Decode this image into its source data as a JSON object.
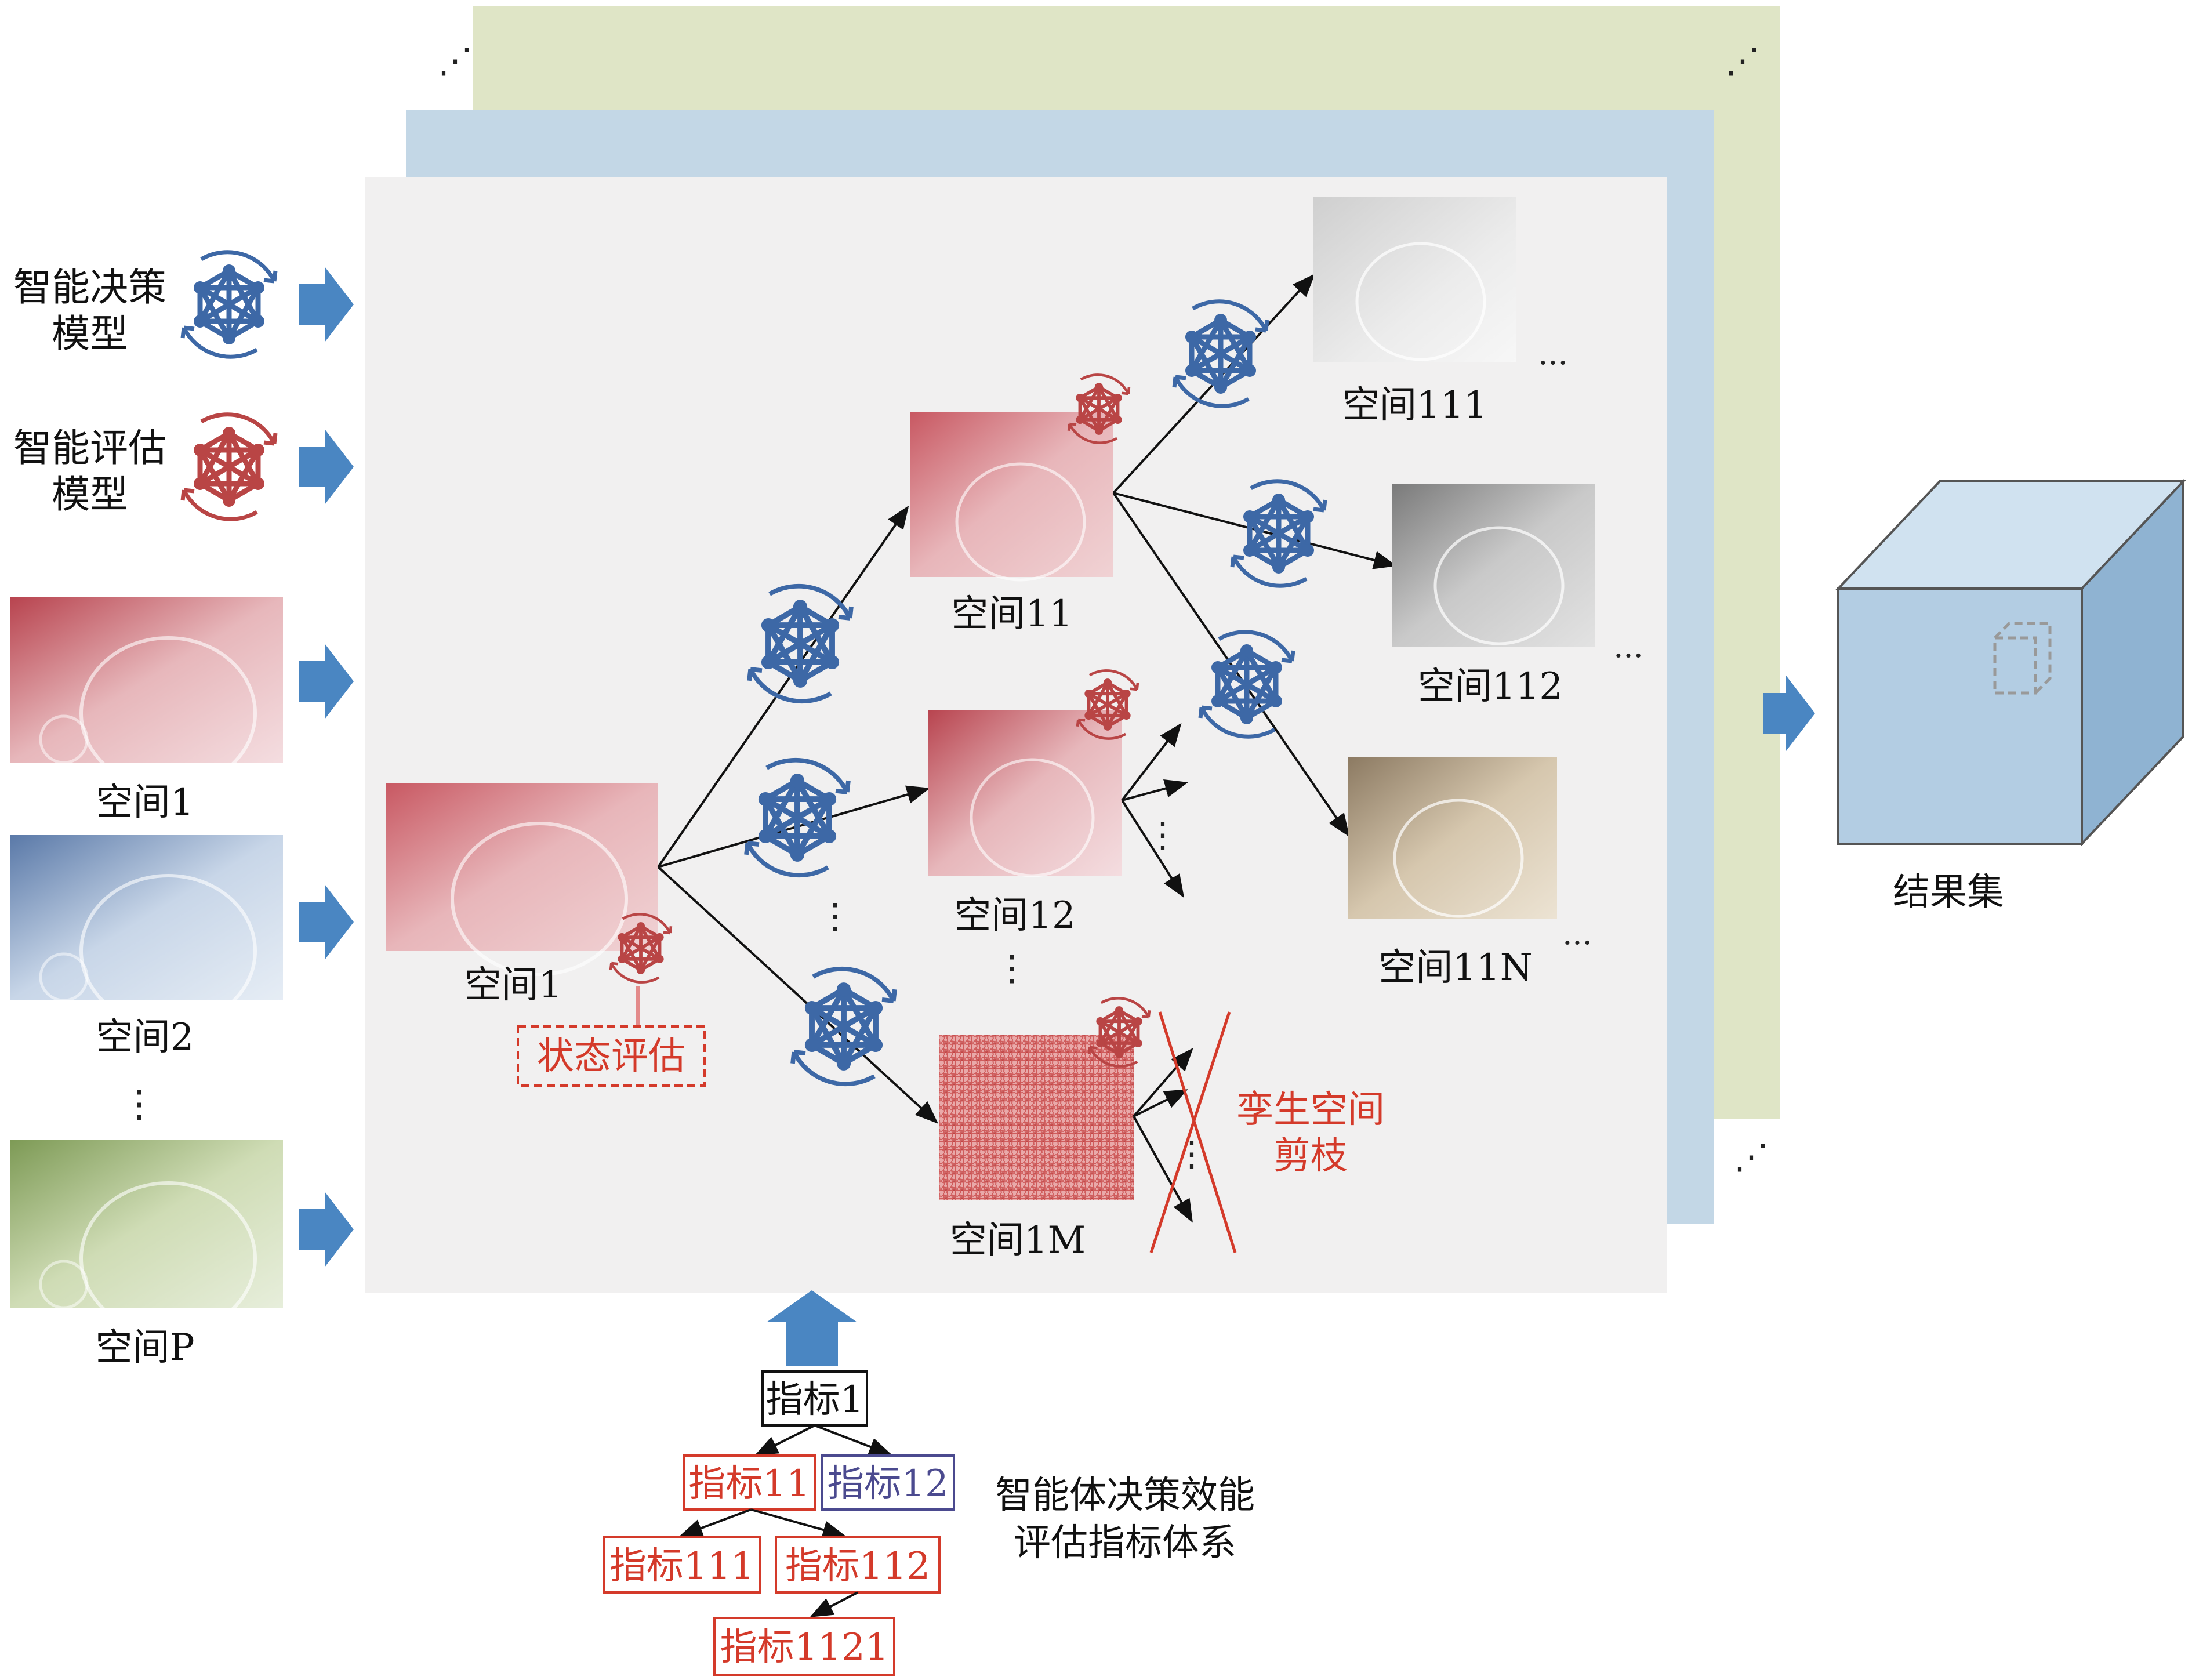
{
  "left": {
    "decision_model": [
      "智能决策",
      "模型"
    ],
    "eval_model": [
      "智能评估",
      "模型"
    ],
    "spaces": [
      "空间1",
      "空间2",
      "空间P"
    ],
    "ellipsis": "⋮"
  },
  "tree": {
    "root": "空间1",
    "state_eval": "状态评估",
    "level1": [
      "空间11",
      "空间12",
      "空间1M"
    ],
    "level2": [
      "空间111",
      "空间112",
      "空间11N"
    ],
    "pruning": [
      "孪生空间",
      "剪枝"
    ],
    "h_ellipsis": "...",
    "v_ellipsis": "⋮",
    "layer_ellipsis": "⋰"
  },
  "result": {
    "label": "结果集"
  },
  "indicators": {
    "root": "指标1",
    "level1": [
      "指标11",
      "指标12"
    ],
    "level2": [
      "指标111",
      "指标112"
    ],
    "level3": "指标1121",
    "system": [
      "智能体决策效能",
      "评估指标体系"
    ]
  },
  "colors": {
    "blue_model": "#3d68a6",
    "red_model": "#b94545",
    "arrow_blue": "#4a86c2",
    "red_text": "#d43a2a",
    "indicator_blue": "#4b4a8f",
    "green_layer": "#dfe5c6",
    "blue_layer": "#c3d7e6",
    "cube": "#b3cde3"
  }
}
